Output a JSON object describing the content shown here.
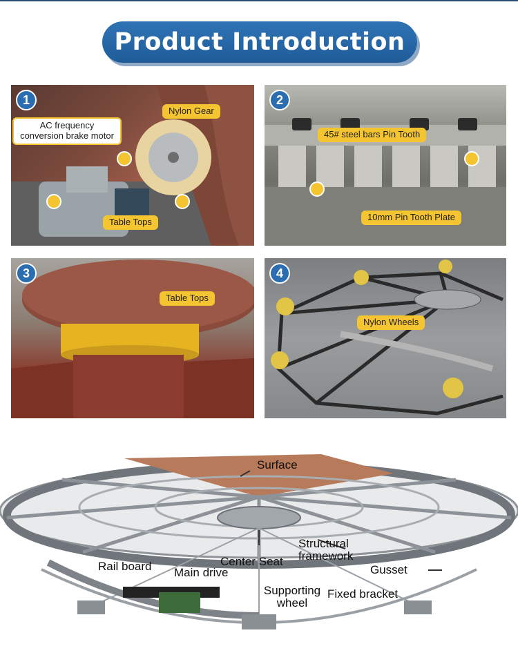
{
  "header": {
    "title": "Product Introduction"
  },
  "panels": [
    {
      "number": "1",
      "labels": {
        "nylon_gear": "Nylon Gear",
        "motor": "AC frequency conversion brake motor",
        "table_tops": "Table Tops"
      }
    },
    {
      "number": "2",
      "labels": {
        "pin_tooth": "45# steel bars Pin Tooth",
        "plate": "10mm Pin Tooth Plate"
      }
    },
    {
      "number": "3",
      "labels": {
        "table_tops": "Table Tops"
      }
    },
    {
      "number": "4",
      "labels": {
        "nylon_wheels": "Nylon Wheels"
      }
    }
  ],
  "diagram": {
    "labels": {
      "surface": "Surface",
      "structural_framework": "Structural framework",
      "gusset": "Gusset",
      "center_seat": "Center Seat",
      "rail_board": "Rail board",
      "main_drive": "Main drive",
      "supporting_wheel": "Supporting wheel",
      "fixed_bracket": "Fixed bracket"
    }
  },
  "colors": {
    "accent_blue": "#2a6db0",
    "label_yellow": "#f4c431",
    "surface_brown": "#b77a5a"
  }
}
